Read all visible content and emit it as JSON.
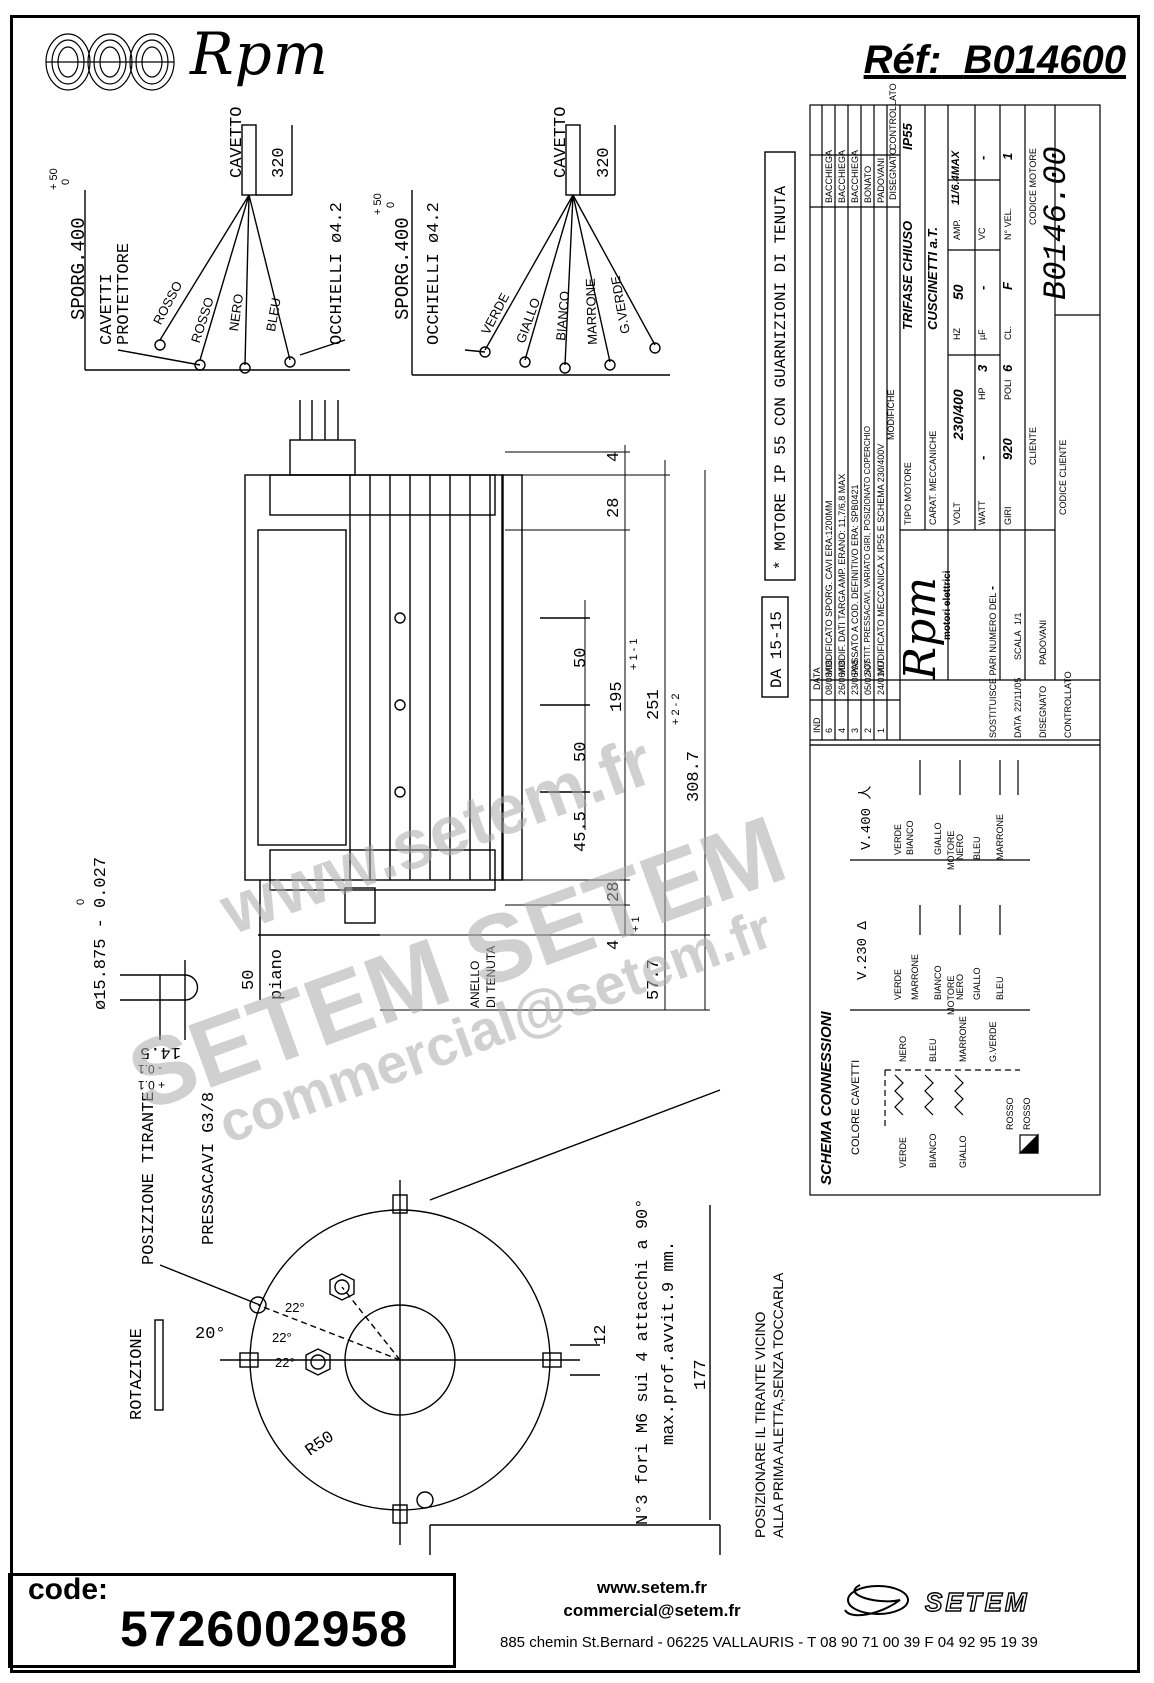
{
  "header": {
    "brand": "Rpm",
    "reference_label": "Réf:",
    "reference_value": "B014600"
  },
  "wiring_left": {
    "cable_label": "CAVETTO",
    "cable_len": "320",
    "overhang": "SPORG.400",
    "overhang_tol_top": "+ 50",
    "overhang_tol_bottom": "0",
    "protector_label_1": "CAVETTI",
    "protector_label_2": "PROTETTORE",
    "eyelets": "OCCHIELLI ø4.2",
    "wires": [
      "ROSSO",
      "ROSSO",
      "NERO",
      "BLEU"
    ]
  },
  "wiring_right": {
    "cable_label": "CAVETTO",
    "cable_len": "320",
    "overhang": "SPORG.400",
    "overhang_tol_top": "+ 50",
    "overhang_tol_bottom": "0",
    "eyelets": "OCCHIELLI ø4.2",
    "wires": [
      "VERDE",
      "GIALLO",
      "BIANCO",
      "MARRONE",
      "G.VERDE"
    ]
  },
  "notes": {
    "ip55": "* MOTORE IP 55 CON GUARNIZIONI DI TENUTA",
    "da": "DA 15-15"
  },
  "side_view": {
    "dim_4_top": "4",
    "dim_28_top": "28",
    "dim_50_a": "50",
    "dim_195": "195",
    "dim_251": "251",
    "dim_251_tol": "+ 1 - 1",
    "dim_50_b": "50",
    "dim_45_5": "45.5",
    "dim_308_7": "308.7",
    "dim_308_tol": "+ 2 - 2",
    "dim_28_bottom": "28",
    "dim_4_bottom": "4",
    "dim_57_7": "57.7",
    "dim_57_tol": "+ 1",
    "piano": "piano",
    "dim_50_piano": "50",
    "seal_1": "ANELLO",
    "seal_2": "DI TENUTA",
    "shaft": "ø15.875 - 0.027",
    "shaft_tol": "0",
    "key": "14.5",
    "key_tol_1": "- 0.1",
    "key_tol_2": "+ 0.1"
  },
  "front_view": {
    "rotation": "ROTAZIONE",
    "tie_rod": "POSIZIONE TIRANTE",
    "gland": "PRESSACAVI G3/8",
    "angle_20": "20°",
    "angle_22a": "22°",
    "angle_22b": "22°",
    "angle_22c": "22°",
    "radius": "R50",
    "dim_12": "12",
    "dim_177": "177",
    "holes_1": "N°3 fori M6 sui 4 attacchi a 90°",
    "holes_2": "max.prof.avvit.9 mm.",
    "tie_note_1": "POSIZIONARE IL TIRANTE VICINO",
    "tie_note_2": "ALLA PRIMA ALETTA,SENZA TOCCARLA"
  },
  "title_block": {
    "revisions": [
      {
        "n": "6",
        "date": "08/08/08",
        "text": "MODIFICATO SPORG. CAVI ERA:1200MM",
        "by": "BACCHIEGA"
      },
      {
        "n": "4",
        "date": "26/06/08",
        "text": "MODIF. DATI TARGA AMP. ERANO: 11,7/6,8 MAX",
        "by": "BACCHIEGA"
      },
      {
        "n": "3",
        "date": "23/06/08",
        "text": "PASSATO A COD. DEFINITIVO ERA: SPB0421",
        "by": "BACCHIEGA"
      },
      {
        "n": "2",
        "date": "05/02/07",
        "text": "SOSTIT. PRESSACAVI, VARIATO GIRI, POSIZIONATO COPERCHIO",
        "by": "BONATO"
      },
      {
        "n": "1",
        "date": "24/01/07",
        "text": "MODIFICATO MECCANICA X IP55 E SCHEMA 230/400V",
        "by": "PADOVANI"
      }
    ],
    "rev_header_ind": "IND",
    "rev_header_date": "DATA",
    "rev_header_mod": "MODIFICHE",
    "rev_header_drawn": "DISEGNATO",
    "rev_header_checked": "CONTROLLATO",
    "motor_type_label": "TIPO MOTORE",
    "motor_type": "TRIFASE CHIUSO",
    "ip": "IP55",
    "mech_label": "CARAT. MECCANICHE",
    "mech_value": "CUSCINETTI a.T.",
    "volt_label": "VOLT",
    "volt": "230/400",
    "hz_label": "HZ",
    "hz": "50",
    "amp_label": "AMP.",
    "amp": "11/6.4MAX",
    "watt_label": "WATT",
    "watt": "-",
    "hp_label": "HP",
    "hp": "3",
    "uf_label": "µF",
    "uf": "-",
    "vc_label": "VC",
    "vc": "-",
    "giri_label": "GIRI",
    "giri": "920",
    "poli_label": "POLI",
    "poli": "6",
    "cl_label": "CL.",
    "cl": "F",
    "vel_label": "N° VEL.",
    "vel": "1",
    "client_label": "CLIENTE",
    "motor_code_label": "CODICE MOTORE",
    "motor_code": "B0146.00",
    "client_code_label": "CODICE CLIENTE",
    "replaces_label": "SOSTITUISCE PARI NUMERO DEL",
    "replaces": "-",
    "date_label": "DATA",
    "date": "22/11/05",
    "scale_label": "SCALA",
    "scale": "1/1",
    "drawn_label": "DISEGNATO",
    "drawn_by": "PADOVANI",
    "checked_label": "CONTROLLATO",
    "rpm_sub": "motori elettrici"
  },
  "schema": {
    "title": "SCHEMA CONNESSIONI",
    "colors_label": "COLORE CAVETTI",
    "v400": "V.400 人",
    "v230": "V.230 Δ",
    "motore": "MOTORE",
    "terms_400": [
      "VERDE",
      "BIANCO",
      "GIALLO",
      "NERO",
      "BLEU",
      "MARRONE"
    ],
    "terms_230": [
      "VERDE",
      "MARRONE",
      "BIANCO",
      "NERO",
      "GIALLO",
      "BLEU"
    ],
    "coil_top": [
      "NERO",
      "BLEU",
      "MARRONE",
      "G.VERDE"
    ],
    "coil_bottom": [
      "VERDE",
      "BIANCO",
      "GIALLO",
      "ROSSO",
      "ROSSO"
    ]
  },
  "watermark": {
    "line1": "www.setem.fr",
    "line2": "SETEM SETEM",
    "line3": "commercial@setem.fr"
  },
  "footer": {
    "code_label": "code:",
    "code_value": "5726002958",
    "website": "www.setem.fr",
    "email": "commercial@setem.fr",
    "address": "885 chemin St.Bernard  -  06225 VALLAURIS  -  T 08 90 71 00 39   F 04 92 95 19 39",
    "logo": "SETEM"
  }
}
